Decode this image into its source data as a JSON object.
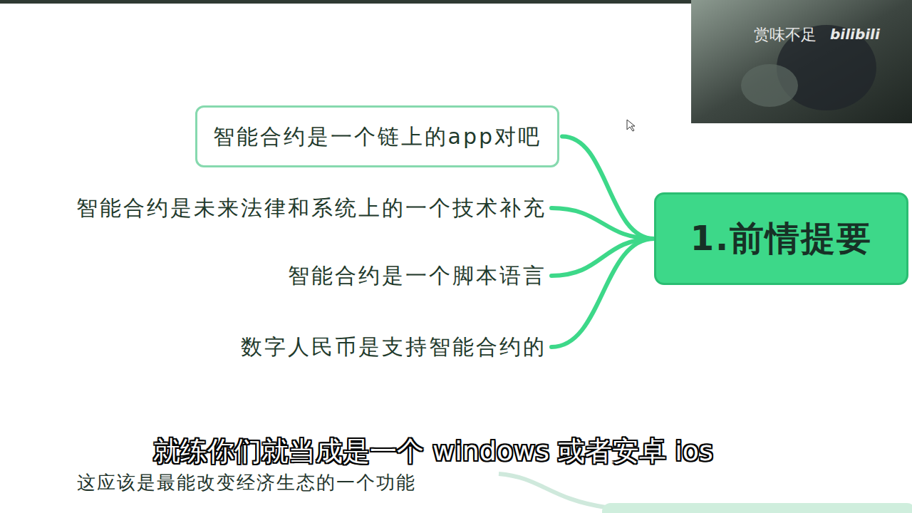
{
  "diagram": {
    "nodes": [
      {
        "text": [
          "1.前情提要"
        ]
      },
      {
        "text": [
          "智能合约是一个链上的app对吧"
        ]
      },
      {
        "text": [
          "智能合约是未来法律和系统上的一个技术补充"
        ]
      },
      {
        "text": [
          "智能合约是一个脚本语言"
        ]
      },
      {
        "text": [
          "数字人民币是支持智能合约的"
        ]
      },
      {
        "text": [
          "这应该是最能改变经济生态的一个功能"
        ]
      }
    ],
    "edges": [
      {
        "from": 0,
        "to": 1,
        "arrow": "none"
      },
      {
        "from": 0,
        "to": 2,
        "arrow": "none"
      },
      {
        "from": 0,
        "to": 3,
        "arrow": "none"
      },
      {
        "from": 0,
        "to": 4,
        "arrow": "none"
      }
    ],
    "labels": [
      "赏味不足",
      "bilibili",
      "就练你们就当成是一个 windows 或者安卓 ios"
    ]
  }
}
